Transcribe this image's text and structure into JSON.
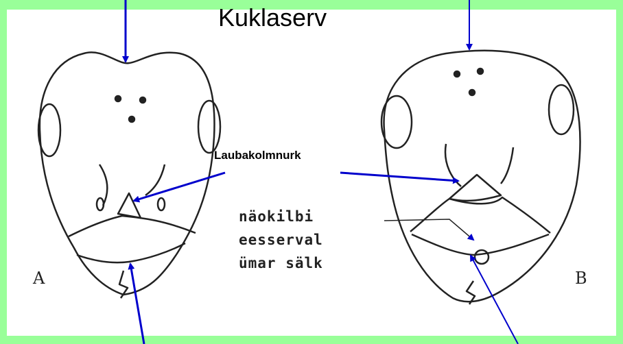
{
  "title": "Kuklaserv",
  "labels": {
    "frontal_triangle": "Laubakolmnurk",
    "clypeus_line1": "näokilbi",
    "clypeus_line2": "eesserval",
    "clypeus_line3": "ümar sälk",
    "panel_a": "A",
    "panel_b": "B"
  },
  "colors": {
    "background": "#99ff99",
    "arrow": "#0000cc",
    "ink": "#222222"
  }
}
